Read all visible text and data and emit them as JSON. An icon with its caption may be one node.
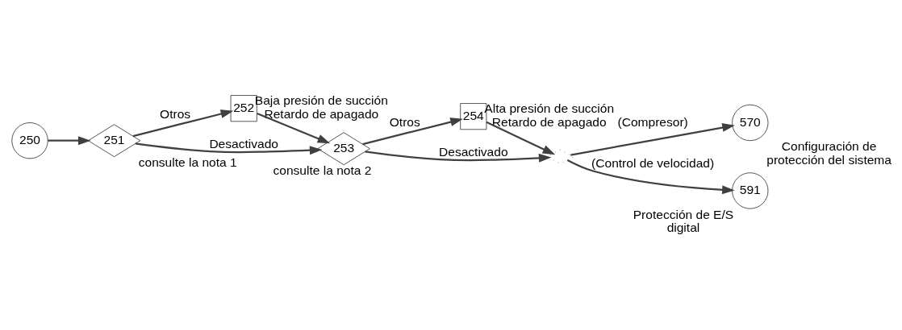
{
  "diagram": {
    "nodes": [
      {
        "text": [
          "250"
        ]
      },
      {
        "text": [
          "251"
        ],
        "beside": [
          "consulte la nota 1"
        ]
      },
      {
        "text": [
          "252"
        ],
        "beside": [
          "Baja presión de succión Retardo de apagado"
        ]
      },
      {
        "text": [
          "253"
        ],
        "beside": [
          "consulte la nota 2"
        ]
      },
      {
        "text": [
          "254"
        ],
        "beside": [
          "Alta presión de succión Retardo de apagado"
        ]
      },
      {
        "text": [],
        "shape": "diamond"
      },
      {
        "text": [
          "570"
        ],
        "beside": [
          "Configuración de protección del sistema"
        ]
      },
      {
        "text": [
          "591"
        ],
        "beside": [
          "Protección de E/S digital"
        ]
      }
    ],
    "edges": [
      {
        "from": 0,
        "to": 1,
        "arrow": "to"
      },
      {
        "from": 1,
        "to": 2,
        "label": "Otros",
        "arrow": "to"
      },
      {
        "from": 1,
        "to": 3,
        "label": "Desactivado",
        "arrow": "to"
      },
      {
        "from": 2,
        "to": 3,
        "arrow": "to"
      },
      {
        "from": 3,
        "to": 4,
        "label": "Otros",
        "arrow": "to"
      },
      {
        "from": 3,
        "to": 5,
        "label": "Desactivado",
        "arrow": "to"
      },
      {
        "from": 4,
        "to": 5,
        "arrow": "to"
      },
      {
        "from": 5,
        "to": 6,
        "label": "(Compresor)",
        "arrow": "to"
      },
      {
        "from": 5,
        "to": 7,
        "label": "(Control de velocidad)",
        "arrow": "to"
      }
    ]
  }
}
